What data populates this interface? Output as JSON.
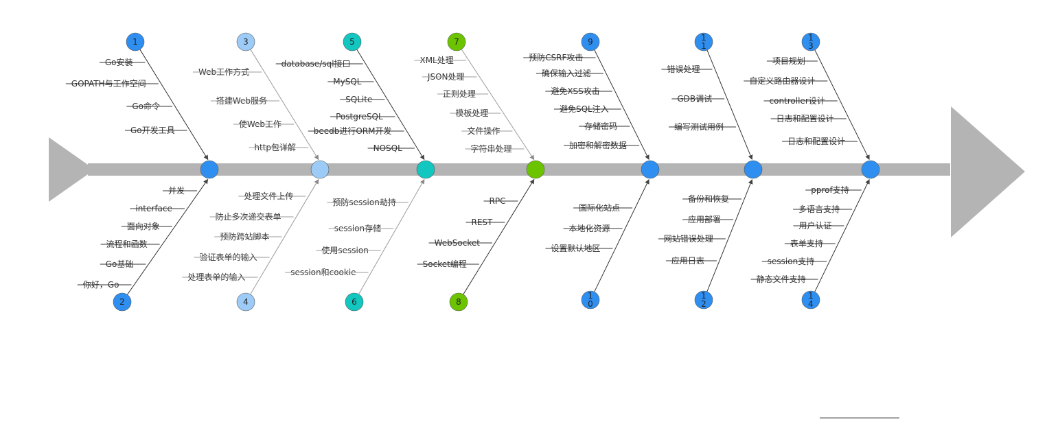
{
  "colors": {
    "spine": "#b4b4b4",
    "blue": "#2f8ff0",
    "lightblue": "#9ccbf7",
    "teal": "#12c7c0",
    "green": "#6cc400",
    "line_dark": "#333333",
    "line_light": "#9a9a9a"
  },
  "top_branches": [
    {
      "number": "1",
      "color": "blue",
      "items": [
        "Go安装",
        "GOPATH与工作空间",
        "Go命令",
        "Go开发工具"
      ]
    },
    {
      "number": "3",
      "color": "lightblue",
      "items": [
        "Web工作方式",
        "搭建Web服务",
        "使Web工作",
        "http包详解"
      ]
    },
    {
      "number": "5",
      "color": "teal",
      "items": [
        "database/sql接口",
        "MySQL",
        "SQLite",
        "PostgreSQL",
        "beedb进行ORM开发",
        "NOSQL"
      ]
    },
    {
      "number": "7",
      "color": "green",
      "items": [
        "XML处理",
        "JSON处理",
        "正则处理",
        "模板处理",
        "文件操作",
        "字符串处理"
      ]
    },
    {
      "number": "9",
      "color": "blue",
      "items": [
        "预防CSRF攻击",
        "确保输入过滤",
        "避免XSS攻击",
        "避免SQL注入",
        "存储密码",
        "加密和解密数据"
      ]
    },
    {
      "number": "11",
      "color": "blue",
      "items": [
        "错误处理",
        "GDB调试",
        "编写测试用例"
      ]
    },
    {
      "number": "13",
      "color": "blue",
      "items": [
        "项目规划",
        "自定义路由器设计",
        "controller设计",
        "日志和配置设计",
        "日志和配置设计"
      ]
    }
  ],
  "bottom_branches": [
    {
      "number": "2",
      "color": "blue",
      "items": [
        "并发",
        "interface",
        "面向对象",
        "流程和函数",
        "Go基础",
        "你好，Go"
      ]
    },
    {
      "number": "4",
      "color": "lightblue",
      "items": [
        "处理文件上传",
        "防止多次递交表单",
        "预防跨站脚本",
        "验证表单的输入",
        "处理表单的输入"
      ]
    },
    {
      "number": "6",
      "color": "teal",
      "items": [
        "预防session劫持",
        "session存储",
        "使用session",
        "session和cookie"
      ]
    },
    {
      "number": "8",
      "color": "green",
      "items": [
        "RPC",
        "REST",
        "WebSocket",
        "Socket编程"
      ]
    },
    {
      "number": "10",
      "color": "blue",
      "items": [
        "国际化站点",
        "本地化资源",
        "设置默认地区"
      ]
    },
    {
      "number": "12",
      "color": "blue",
      "items": [
        "备份和恢复",
        "应用部署",
        "网站错误处理",
        "应用日志"
      ]
    },
    {
      "number": "14",
      "color": "blue",
      "items": [
        "pprof支持",
        "多语言支持",
        "用户认证",
        "表单支持",
        "session支持",
        "静态文件支持"
      ]
    }
  ]
}
